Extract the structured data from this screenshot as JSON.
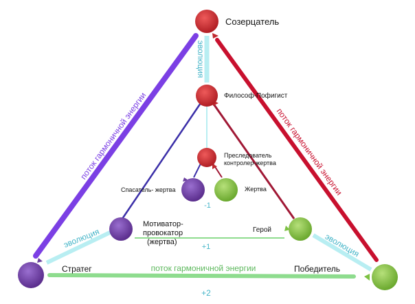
{
  "colors": {
    "purple": "#7b3fe4",
    "purple_node": "#6a3f9e",
    "red": "#c8102e",
    "red_node": "#c0282e",
    "green": "#7cc142",
    "green_line": "#8edc8e",
    "cyan": "#b8eef2",
    "cyan_text": "#45b5c8",
    "navy": "#3b2fa8",
    "dark_red": "#a01835"
  },
  "nodes": {
    "top": "Созерцатель",
    "philosopher": "Философ-Пофигист",
    "pursuer": "Преследователь\nконтролер-жертва",
    "rescuer": "Спасатель- жертва",
    "victim": "Жертва",
    "motivator": "Мотиватор-\nпровокатор\n(жертва)",
    "hero": "Герой",
    "strategist": "Стратег",
    "winner": "Победитель"
  },
  "edges": {
    "flow_left": "поток гармоничной энергии",
    "flow_right": "поток гармоничной энергии",
    "flow_bottom": "поток гармоничной энергии",
    "evolution_top": "эволюция",
    "evolution_left": "эволюция",
    "evolution_right": "эволюция"
  },
  "levels": {
    "minus_one": "-1",
    "plus_one": "+1",
    "plus_two": "+2"
  }
}
